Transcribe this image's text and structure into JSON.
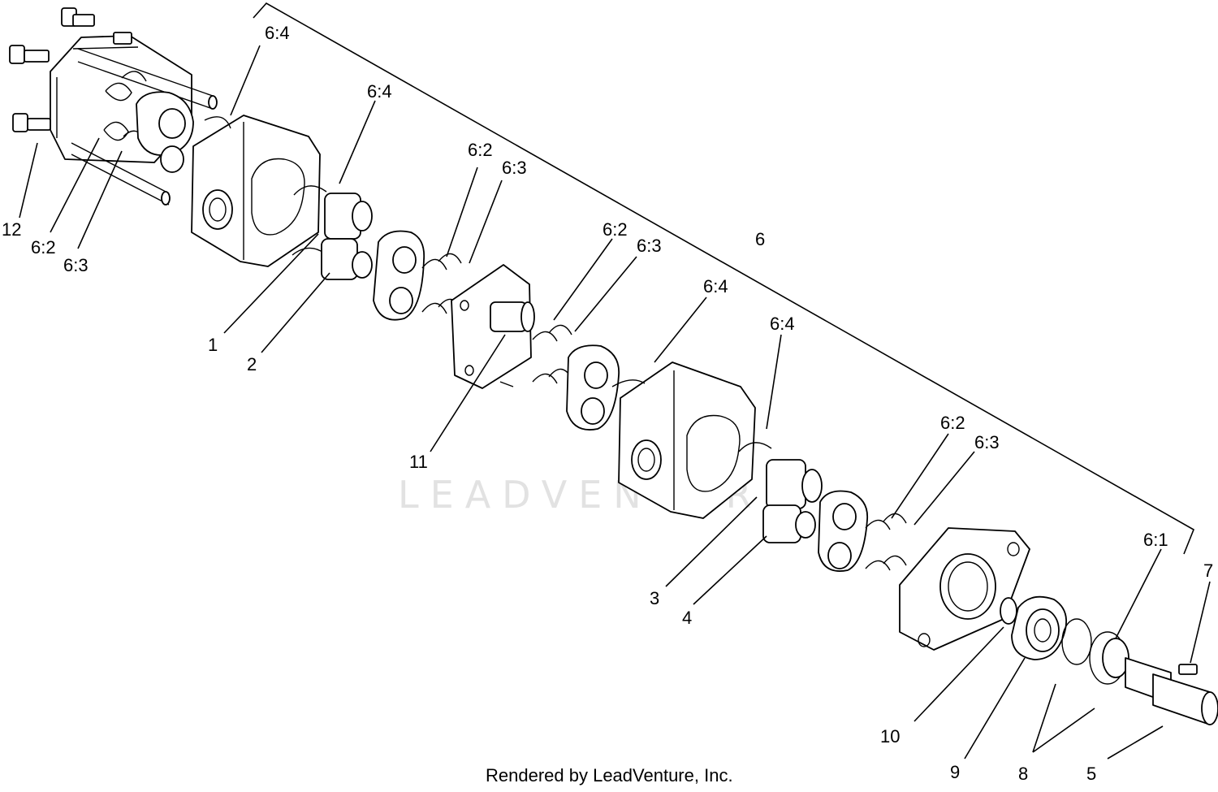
{
  "diagram": {
    "labels": {
      "l12": "12",
      "l62a": "6:2",
      "l63a": "6:3",
      "l64a": "6:4",
      "l64b": "6:4",
      "l1": "1",
      "l2": "2",
      "l62b": "6:2",
      "l63b": "6:3",
      "l11": "11",
      "l62c": "6:2",
      "l63c": "6:3",
      "l6": "6",
      "l64c": "6:4",
      "l64d": "6:4",
      "l3": "3",
      "l4": "4",
      "l62d": "6:2",
      "l63d": "6:3",
      "l10": "10",
      "l61": "6:1",
      "l7": "7",
      "l9": "9",
      "l8": "8",
      "l5": "5"
    },
    "watermark": "LEADVENTURE",
    "footer": "Rendered by LeadVenture, Inc."
  }
}
